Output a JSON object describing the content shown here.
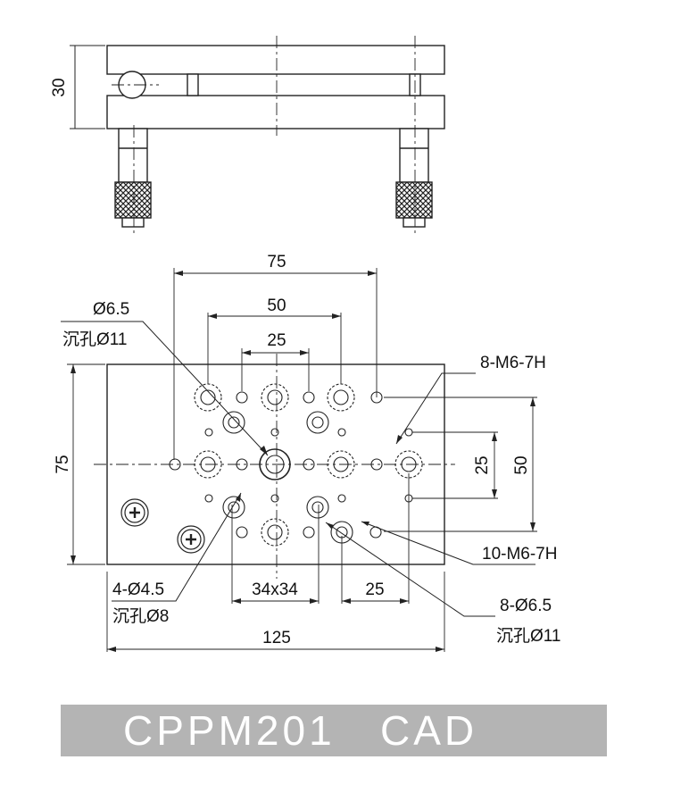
{
  "side_view": {
    "height_label": "30"
  },
  "top_view": {
    "dim_top_75": "75",
    "dim_top_50": "50",
    "dim_top_25": "25",
    "callout_hole_a_line1": "Ø6.5",
    "callout_hole_a_line2": "沉孔Ø11",
    "callout_tap_8": "8-M6-7H",
    "callout_tap_10": "10-M6-7H",
    "dim_right_25": "25",
    "dim_right_50": "50",
    "dim_left_75": "75",
    "callout_hole_b_line1": "4-Ø4.5",
    "callout_hole_b_line2": "沉孔Ø8",
    "dim_bottom_34": "34x34",
    "dim_bottom_25": "25",
    "callout_hole_c_line1": "8-Ø6.5",
    "callout_hole_c_line2": "沉孔Ø11",
    "dim_bottom_125": "125"
  },
  "banner": {
    "title": "CPPM201   CAD"
  }
}
